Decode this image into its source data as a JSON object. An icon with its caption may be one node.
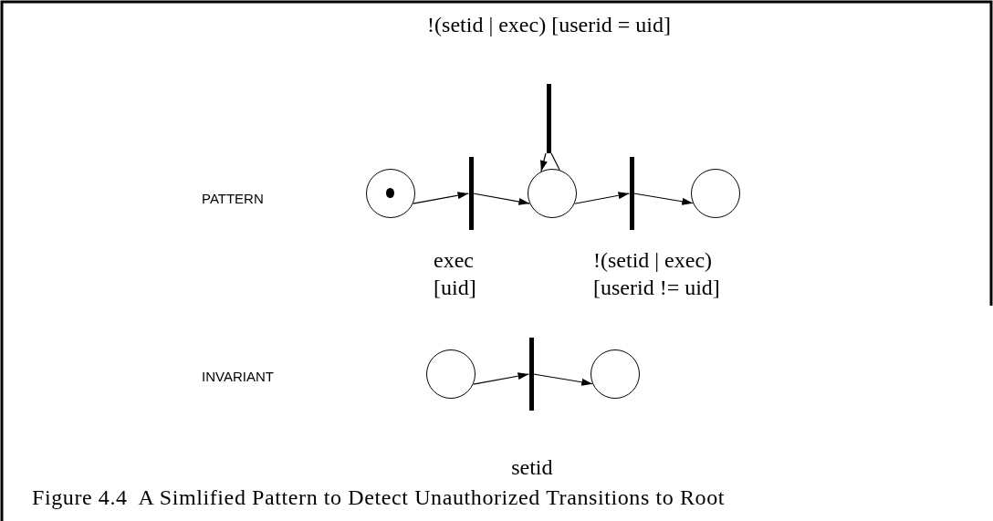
{
  "diagram": {
    "caption": "Figure 4.4  A Simlified Pattern to Detect Unauthorized Transitions to Root",
    "nodes": [
      {
        "text": [],
        "shape": "circle"
      },
      {
        "text": [],
        "shape": "bar",
        "beside": [
          "exec [uid]"
        ]
      },
      {
        "text": [],
        "shape": "circle"
      },
      {
        "text": [],
        "shape": "bar",
        "beside": [
          "!(setid | exec) [userid = uid]"
        ]
      },
      {
        "text": [],
        "shape": "bar",
        "beside": [
          "!(setid | exec) [userid != uid]"
        ]
      },
      {
        "text": [],
        "shape": "circle"
      },
      {
        "text": [],
        "shape": "circle"
      },
      {
        "text": [],
        "shape": "bar",
        "beside": [
          "setid"
        ]
      },
      {
        "text": [],
        "shape": "circle"
      }
    ],
    "edges": [
      {
        "from": 0,
        "to": 1,
        "arrow": "to"
      },
      {
        "from": 1,
        "to": 2,
        "arrow": "to"
      },
      {
        "from": 2,
        "to": 3,
        "arrow": "none"
      },
      {
        "from": 3,
        "to": 2,
        "arrow": "to"
      },
      {
        "from": 2,
        "to": 4,
        "arrow": "to"
      },
      {
        "from": 4,
        "to": 5,
        "arrow": "to"
      },
      {
        "from": 6,
        "to": 7,
        "arrow": "to"
      },
      {
        "from": 7,
        "to": 8,
        "arrow": "to"
      }
    ],
    "labels": [
      "PATTERN",
      "INVARIANT"
    ]
  }
}
